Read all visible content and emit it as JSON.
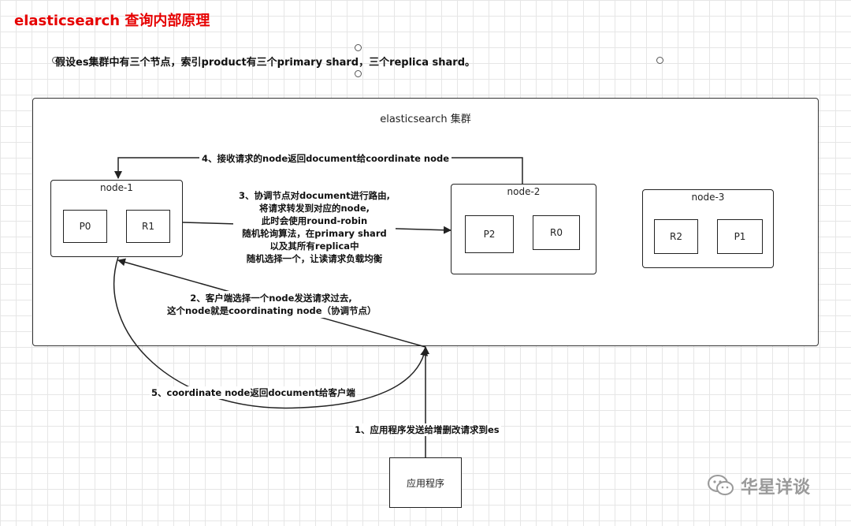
{
  "title": "elasticsearch 查询内部原理",
  "premise": "假设es集群中有三个节点，索引product有三个primary shard，三个replica shard。",
  "cluster": {
    "label": "elasticsearch 集群"
  },
  "nodes": [
    {
      "label": "node-1",
      "shards": [
        "P0",
        "R1"
      ]
    },
    {
      "label": "node-2",
      "shards": [
        "P2",
        "R0"
      ]
    },
    {
      "label": "node-3",
      "shards": [
        "R2",
        "P1"
      ]
    }
  ],
  "app_label": "应用程序",
  "steps": {
    "step1": "1、应用程序发送给增删改请求到es",
    "step2_line1": "2、客户端选择一个node发送请求过去,",
    "step2_line2": "这个node就是coordinating node（协调节点）",
    "step3_line1": "3、协调节点对document进行路由,",
    "step3_line2": "将请求转发到对应的node,",
    "step3_line3": "此时会使用round-robin",
    "step3_line4": "随机轮询算法，在primary shard",
    "step3_line5": "以及其所有replica中",
    "step3_line6": "随机选择一个，让读请求负载均衡",
    "step4": "4、接收请求的node返回document给coordinate node",
    "step5": "5、coordinate node返回document给客户端"
  },
  "watermark": {
    "text": "华星详谈",
    "icon": "wechat-icon"
  }
}
